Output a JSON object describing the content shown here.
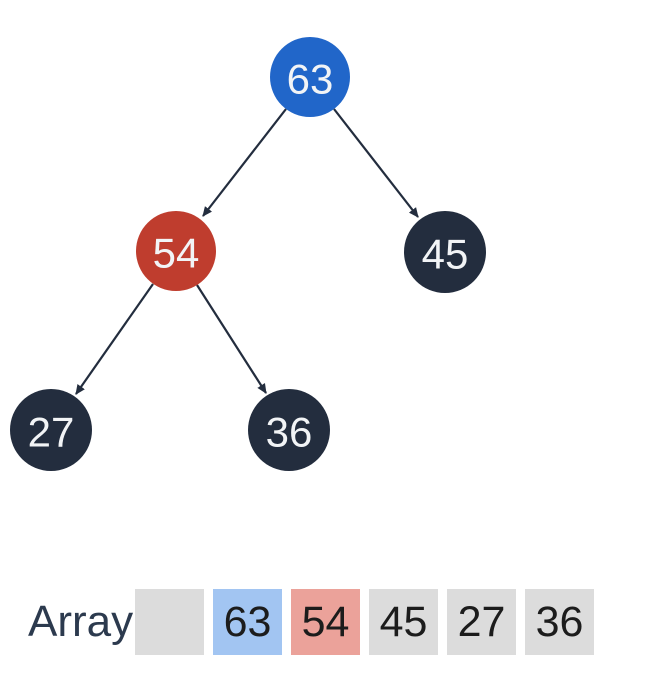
{
  "colors": {
    "node_blue": "#2166c9",
    "node_red": "#bf3d2e",
    "node_dark": "#232d3e",
    "edge": "#232d3e",
    "node_text": "#f2f4f6",
    "cell_gray": "#dcdcdc",
    "cell_blue": "#a2c5f2",
    "cell_red": "#eba29a",
    "cell_text": "#1c1c1c",
    "array_label_text": "#2c3a4e"
  },
  "tree": {
    "nodes": [
      {
        "value": "63",
        "color": "#2166c9"
      },
      {
        "value": "54",
        "color": "#bf3d2e"
      },
      {
        "value": "45",
        "color": "#232d3e"
      },
      {
        "value": "27",
        "color": "#232d3e"
      },
      {
        "value": "36",
        "color": "#232d3e"
      }
    ],
    "edges": [
      {
        "from": "63",
        "to": "54"
      },
      {
        "from": "63",
        "to": "45"
      },
      {
        "from": "54",
        "to": "27"
      },
      {
        "from": "54",
        "to": "36"
      }
    ]
  },
  "array": {
    "label": "Array",
    "cells": [
      {
        "value": "",
        "highlight": "gray"
      },
      {
        "value": "63",
        "highlight": "blue"
      },
      {
        "value": "54",
        "highlight": "red"
      },
      {
        "value": "45",
        "highlight": "gray"
      },
      {
        "value": "27",
        "highlight": "gray"
      },
      {
        "value": "36",
        "highlight": "gray"
      }
    ]
  }
}
